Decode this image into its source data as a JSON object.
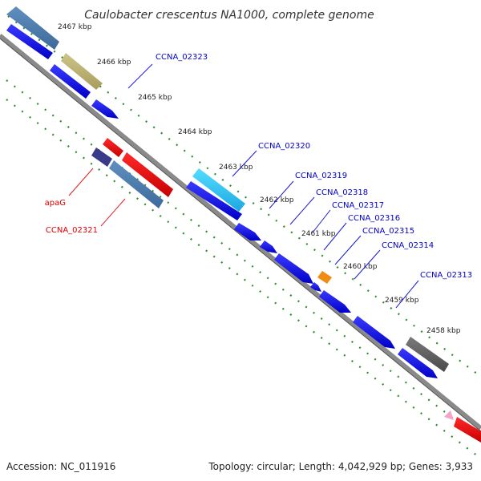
{
  "title": "Caulobacter crescentus NA1000, complete genome",
  "footer": {
    "accession": "Accession: NC_011916",
    "summary": "Topology: circular; Length: 4,042,929 bp; Genes: 3,933"
  },
  "ticks": [
    "2467 kbp",
    "2466 kbp",
    "2465 kbp",
    "2464 kbp",
    "2463 kbp",
    "2462 kbp",
    "2461 kbp",
    "2460 kbp",
    "2459 kbp",
    "2458 kbp"
  ],
  "genes": {
    "forward": [
      "CCNA_02323",
      "CCNA_02320",
      "CCNA_02319",
      "CCNA_02318",
      "CCNA_02317",
      "CCNA_02316",
      "CCNA_02315",
      "CCNA_02314",
      "CCNA_02313"
    ],
    "reverse": [
      "apaG",
      "CCNA_02321"
    ]
  },
  "colors": {
    "forward_label": "#0000cc",
    "reverse_label": "#dd0000",
    "forward_cds": "#0000ee",
    "reverse_cds": "#ee0000",
    "backbone": "#888888",
    "tick_dots": "#339933"
  }
}
